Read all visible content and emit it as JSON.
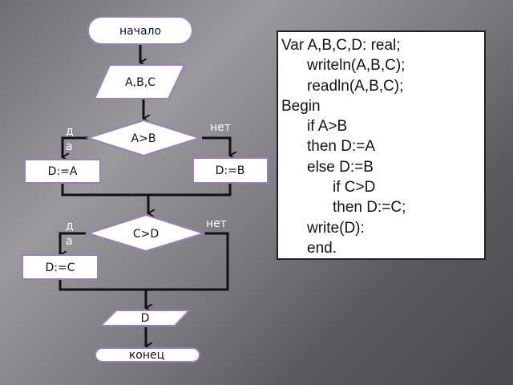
{
  "flowchart": {
    "start": "начало",
    "input": "A,B,C",
    "cond1": "A>B",
    "cond1_yes": "да",
    "cond1_no": "нет",
    "assign_a": "D:=A",
    "assign_b": "D:=B",
    "cond2": "C>D",
    "cond2_yes": "да",
    "cond2_no": "нет",
    "assign_c": "D:=C",
    "output": "D",
    "end": "конец"
  },
  "code": {
    "lines": [
      {
        "text": "Var A,B,C,D: real;",
        "indent": 0
      },
      {
        "text": "writeln(A,B,C);",
        "indent": 1
      },
      {
        "text": "readln(A,B,C);",
        "indent": 1
      },
      {
        "text": "Begin",
        "indent": 0
      },
      {
        "text": "if A>B",
        "indent": 1
      },
      {
        "text": "then D:=A",
        "indent": 1
      },
      {
        "text": "else D:=B",
        "indent": 1
      },
      {
        "text": "if C>D",
        "indent": 2
      },
      {
        "text": "then D:=C;",
        "indent": 2
      },
      {
        "text": "write(D):",
        "indent": 1
      },
      {
        "text": "end.",
        "indent": 1
      }
    ]
  }
}
